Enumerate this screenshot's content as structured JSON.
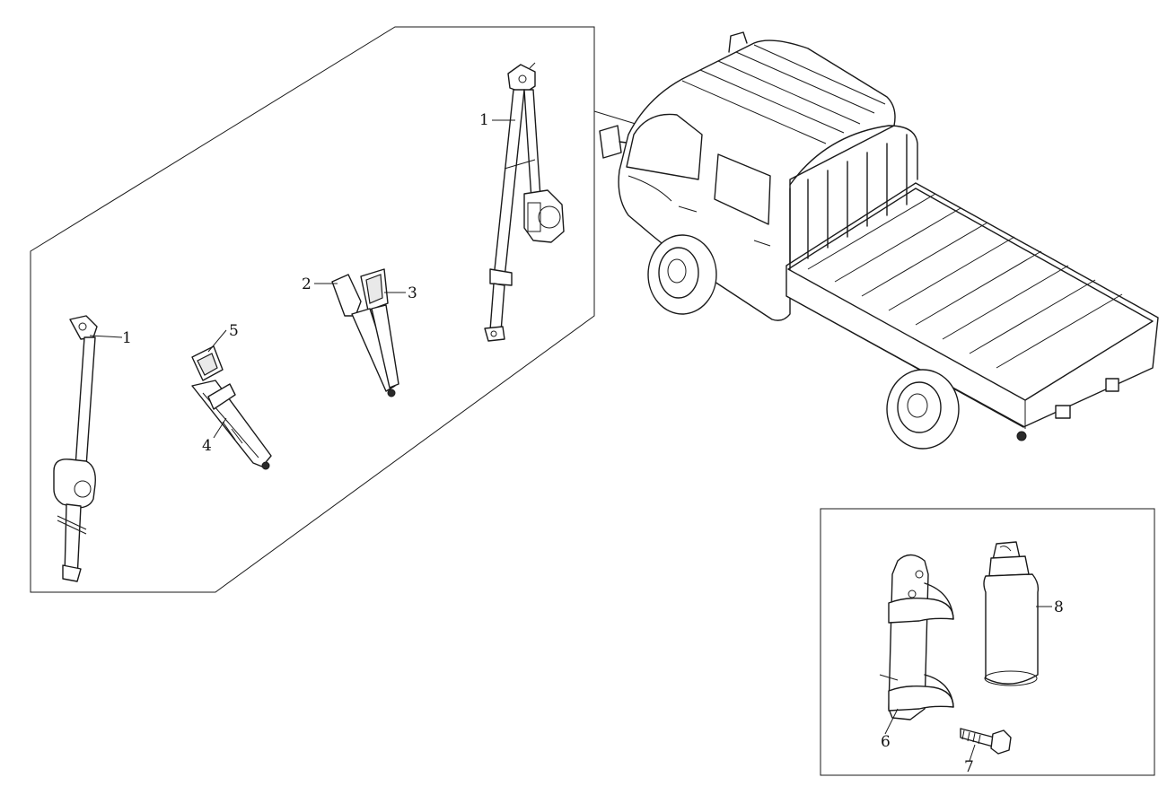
{
  "callouts": {
    "c1_left": "1",
    "c1_right": "1",
    "c2": "2",
    "c3": "3",
    "c4": "4",
    "c5": "5",
    "c6": "6",
    "c7": "7",
    "c8": "8"
  }
}
